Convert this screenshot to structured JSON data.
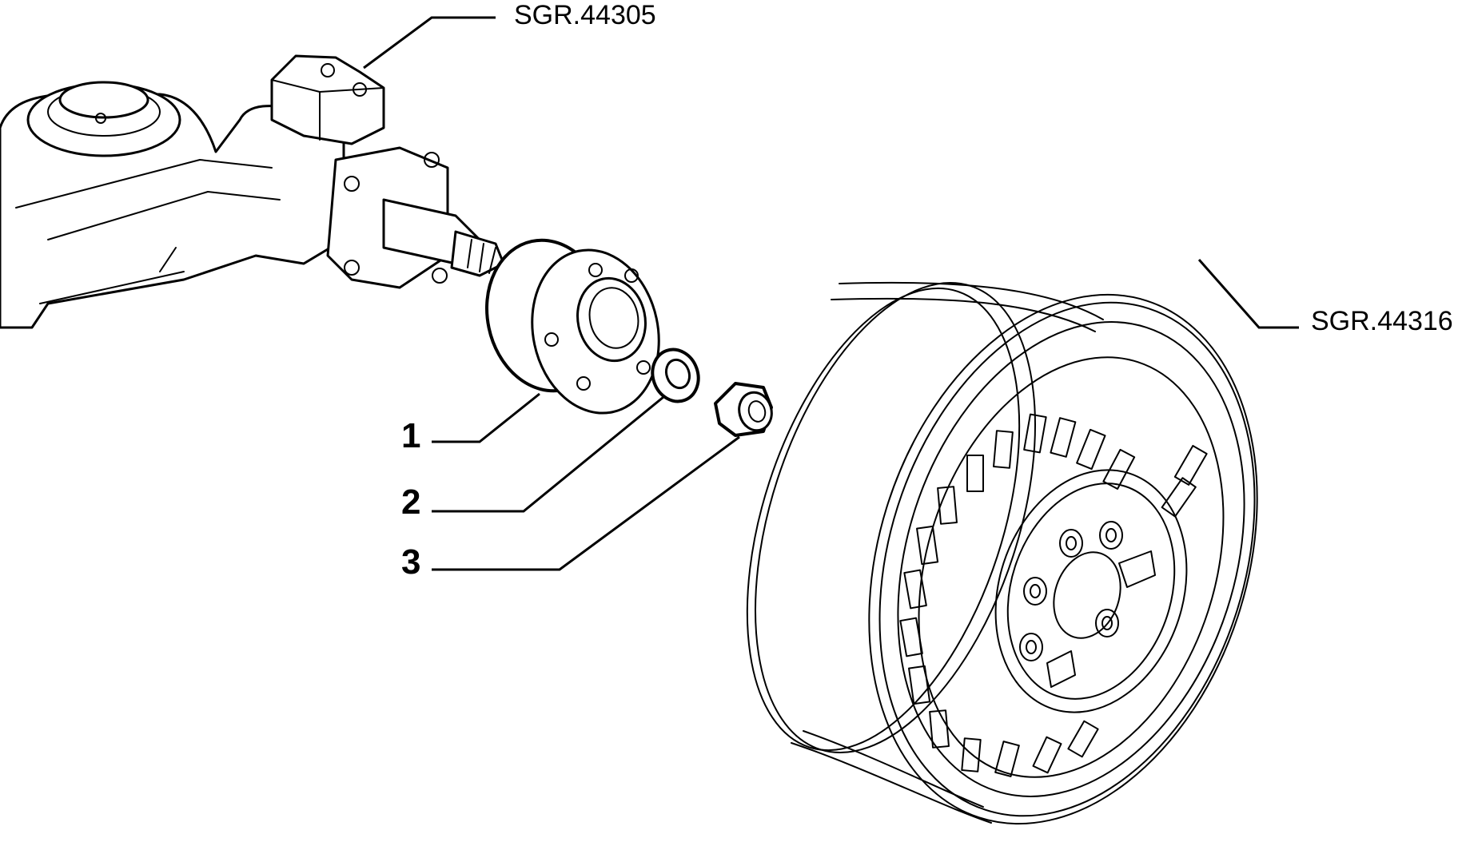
{
  "references": {
    "axle_group": "SGR.44305",
    "wheel_group": "SGR.44316"
  },
  "callouts": [
    {
      "number": "1",
      "part": "wheel hub"
    },
    {
      "number": "2",
      "part": "washer"
    },
    {
      "number": "3",
      "part": "nut"
    }
  ]
}
